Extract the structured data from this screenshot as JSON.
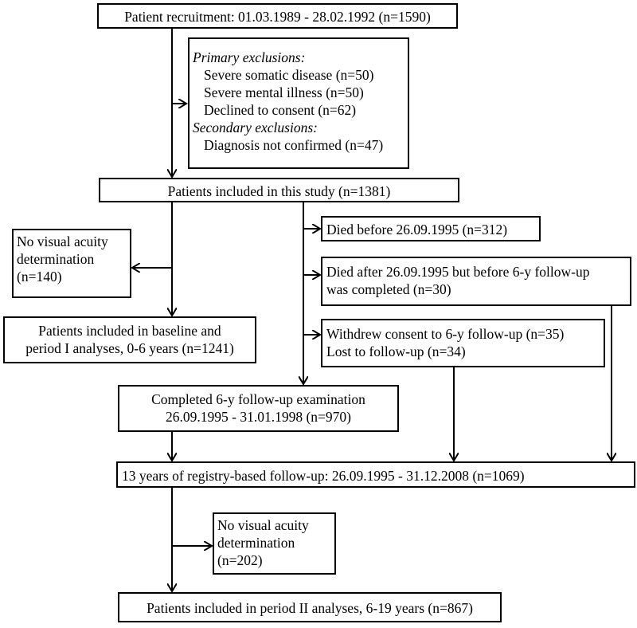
{
  "boxes": {
    "recruitment": "Patient recruitment: 01.03.1989 - 28.02.1992 (n=1590)",
    "exclusions": {
      "primary_title": "Primary exclusions:",
      "primary_items": [
        "Severe somatic disease (n=50)",
        "Severe mental illness (n=50)",
        "Declined to consent (n=62)"
      ],
      "secondary_title": "Secondary exclusions:",
      "secondary_items": [
        "Diagnosis not confirmed (n=47)"
      ]
    },
    "included": "Patients included in this study (n=1381)",
    "no_va_1": [
      "No visual",
      "acuity",
      "determination",
      "(n=140)"
    ],
    "baseline": [
      "Patients included in baseline and",
      "period I analyses, 0-6 years (n=1241)"
    ],
    "died_before": "Died before 26.09.1995 (n=312)",
    "died_after": [
      "Died after 26.09.1995 but before 6-y follow-up",
      "was completed (n=30)"
    ],
    "withdrew": [
      "Withdrew consent to 6-y follow-up (n=35)",
      "Lost to follow-up (n=34)"
    ],
    "completed": [
      "Completed 6-y follow-up examination",
      "26.09.1995 - 31.01.1998 (n=970)"
    ],
    "registry": "13 years of registry-based follow-up: 26.09.1995 - 31.12.2008 (n=1069)",
    "no_va_2": [
      "No visual acuity",
      "determination",
      "(n=202)"
    ],
    "period2": "Patients included in period II analyses, 6-19 years (n=867)"
  }
}
